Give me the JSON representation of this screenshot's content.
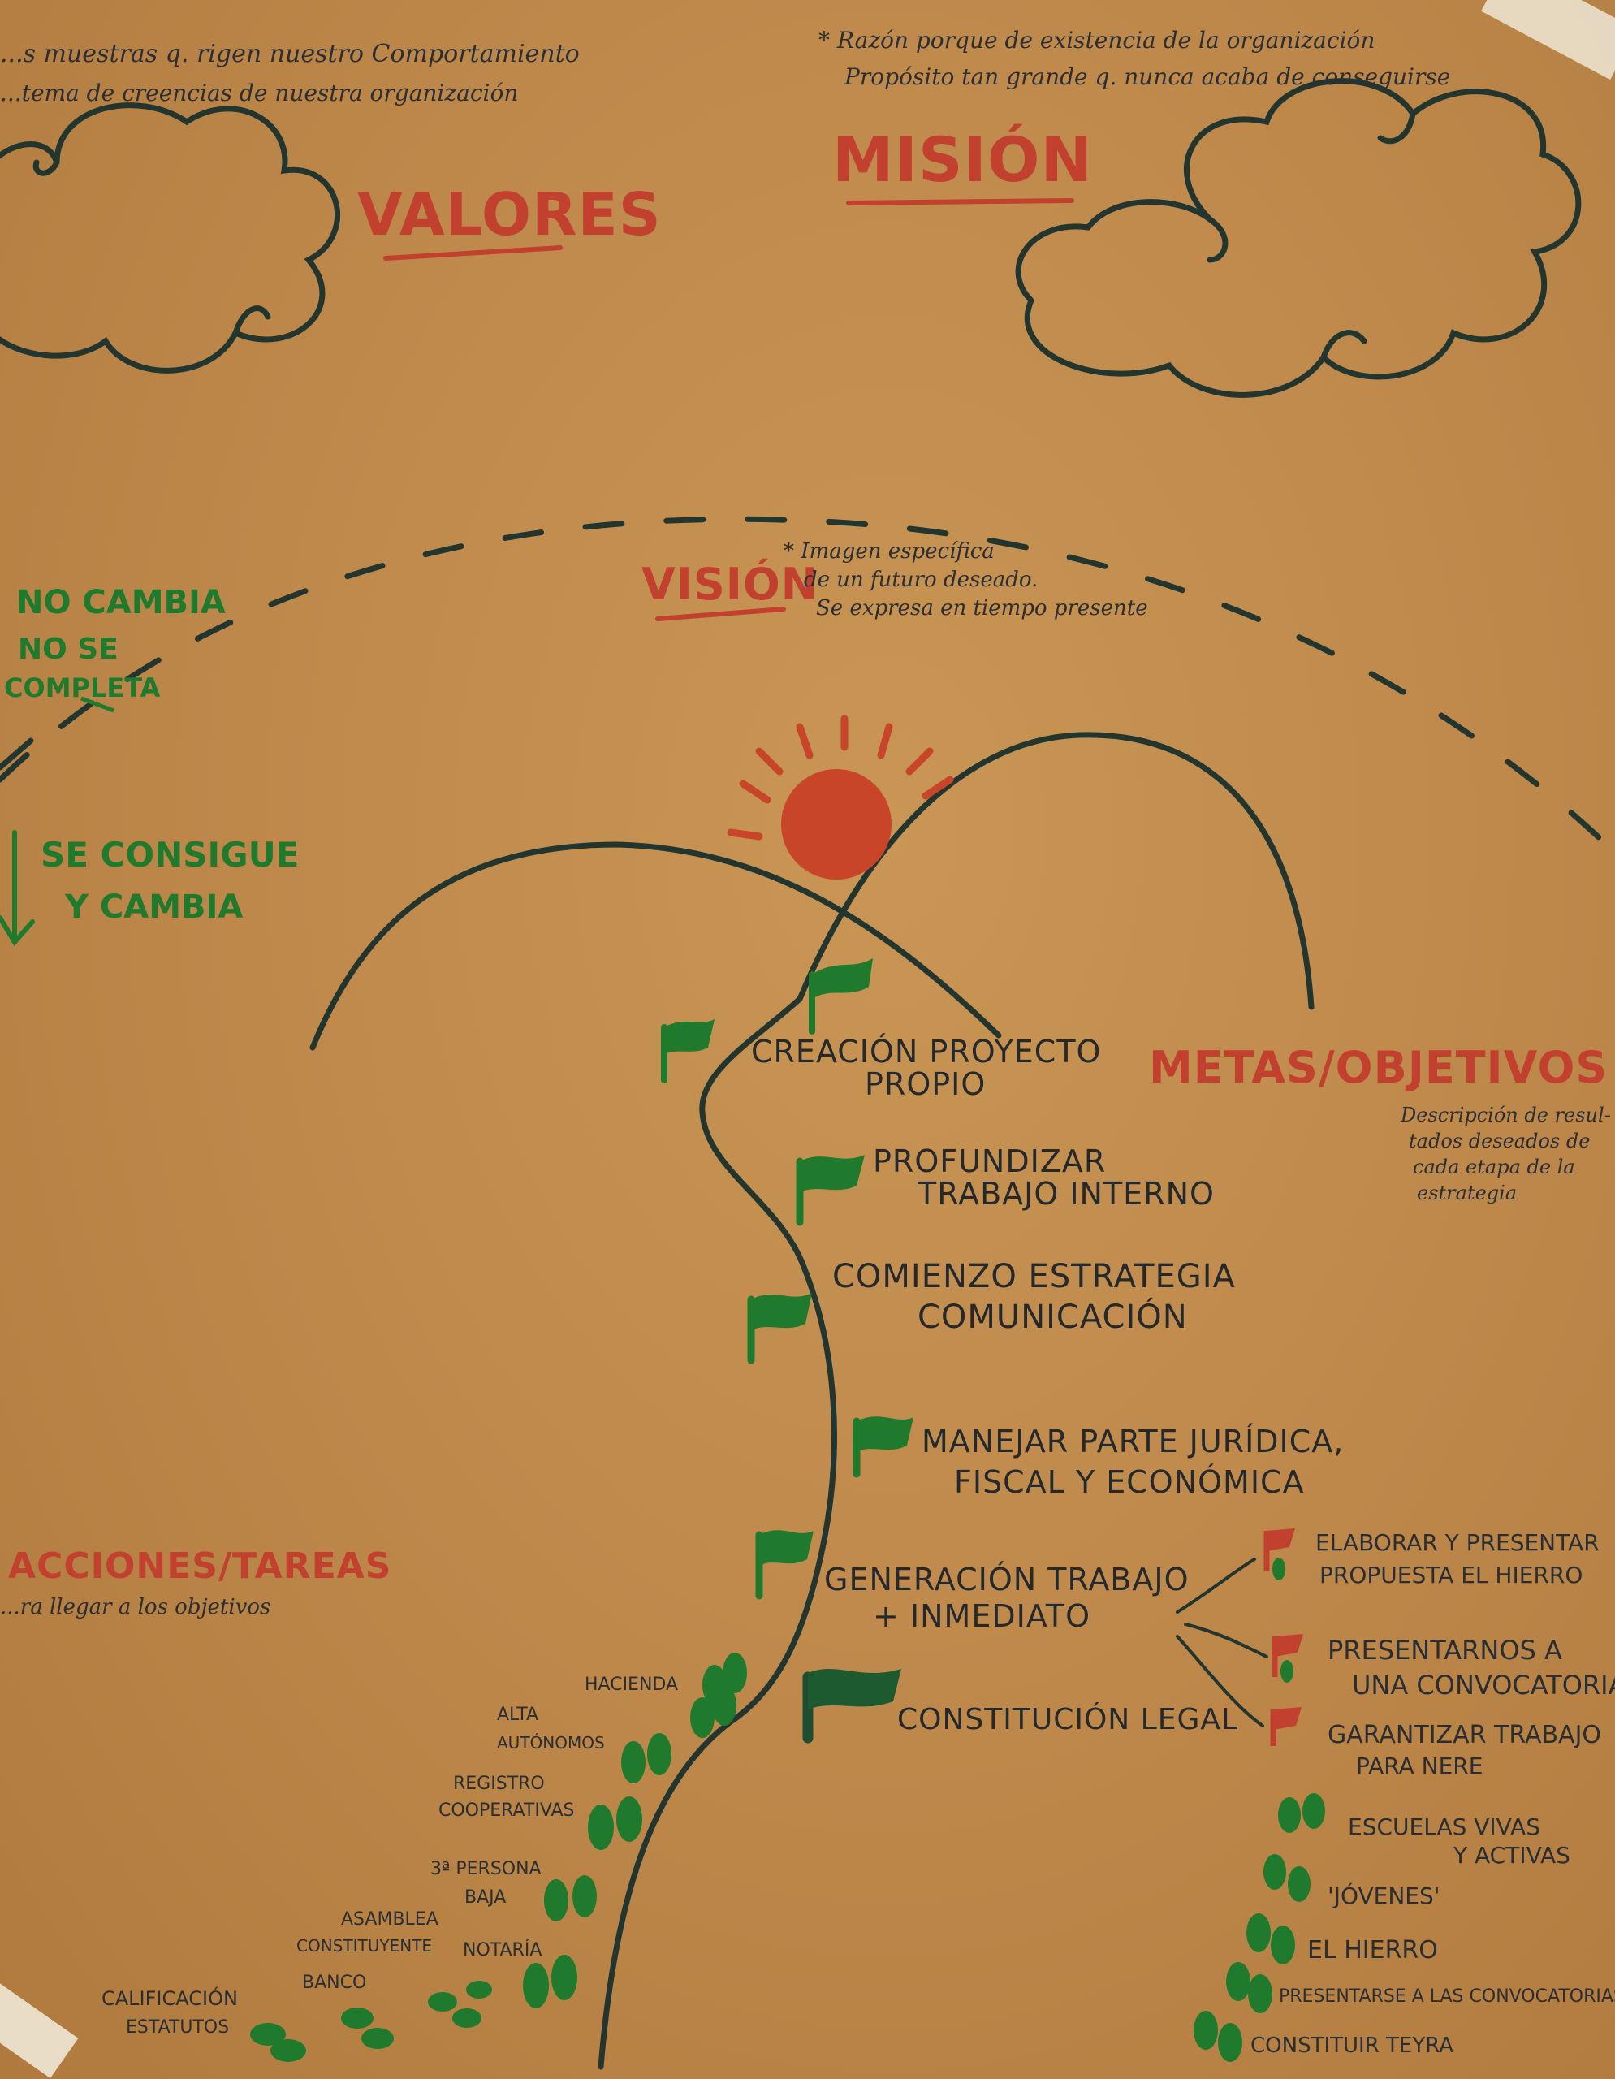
{
  "valores": {
    "title": "VALORES",
    "note_1": "...s muestras q. rigen nuestro Comportamiento",
    "note_2": "...tema de creencias de nuestra organización"
  },
  "mision": {
    "title": "MISIÓN",
    "note_1": "* Razón porque de existencia de la organización",
    "note_2": "Propósito tan grande q. nunca acaba de conseguirse"
  },
  "vision": {
    "title": "VISIÓN",
    "note_1": "* Imagen específica",
    "note_2": "de un futuro deseado.",
    "note_3": "Se expresa en tiempo presente"
  },
  "left_notes": {
    "no_cambia": "NO CAMBIA",
    "no_se": "NO SE",
    "completa": "COMPLETA",
    "se_consigue": "SE CONSIGUE",
    "y_cambia": "Y CAMBIA"
  },
  "metas": {
    "title": "METAS/OBJETIVOS",
    "desc_1": "Descripción de resul-",
    "desc_2": "tados deseados de",
    "desc_3": "cada etapa de la",
    "desc_4": "estrategia"
  },
  "acciones": {
    "title": "ACCIONES/TAREAS",
    "desc": "...ra llegar a los objetivos"
  },
  "goals": {
    "g1_l1": "CREACIÓN PROYECTO",
    "g1_l2": "PROPIO",
    "g2_l1": "PROFUNDIZAR",
    "g2_l2": "TRABAJO INTERNO",
    "g3_l1": "COMIENZO ESTRATEGIA",
    "g3_l2": "COMUNICACIÓN",
    "g4_l1": "MANEJAR PARTE JURÍDICA,",
    "g4_l2": "FISCAL Y ECONÓMICA",
    "g5_l1": "GENERACIÓN TRABAJO",
    "g5_l2": "+ INMEDIATO",
    "g6": "CONSTITUCIÓN LEGAL"
  },
  "branches": {
    "b1_l1": "ELABORAR Y PRESENTAR",
    "b1_l2": "PROPUESTA EL HIERRO",
    "b2_l1": "PRESENTARNOS A",
    "b2_l2": "UNA CONVOCATORIA",
    "b3_l1": "GARANTIZAR TRABAJO",
    "b3_l2": "PARA NERE"
  },
  "right_steps": {
    "s1_l1": "ESCUELAS VIVAS",
    "s1_l2": "Y ACTIVAS",
    "s2": "'JÓVENES'",
    "s3": "EL HIERRO",
    "s4": "PRESENTARSE A LAS CONVOCATORIAS",
    "s5": "CONSTITUIR TEYRA"
  },
  "left_steps": {
    "hacienda": "HACIENDA",
    "alta_1": "ALTA",
    "alta_2": "AUTÓNOMOS",
    "registro_1": "REGISTRO",
    "registro_2": "COOPERATIVAS",
    "persona_1": "3ª PERSONA",
    "persona_2": "BAJA",
    "notaria": "NOTARÍA",
    "asamblea_1": "ASAMBLEA",
    "asamblea_2": "CONSTITUYENTE",
    "banco": "BANCO",
    "calificacion_1": "CALIFICACIÓN",
    "calificacion_2": "ESTATUTOS"
  },
  "colors": {
    "paper": "#c08b4d",
    "ink_dark": "#23352f",
    "ink_red": "#c2402e",
    "ink_green": "#1f7a2e",
    "sun": "#c9452a"
  }
}
